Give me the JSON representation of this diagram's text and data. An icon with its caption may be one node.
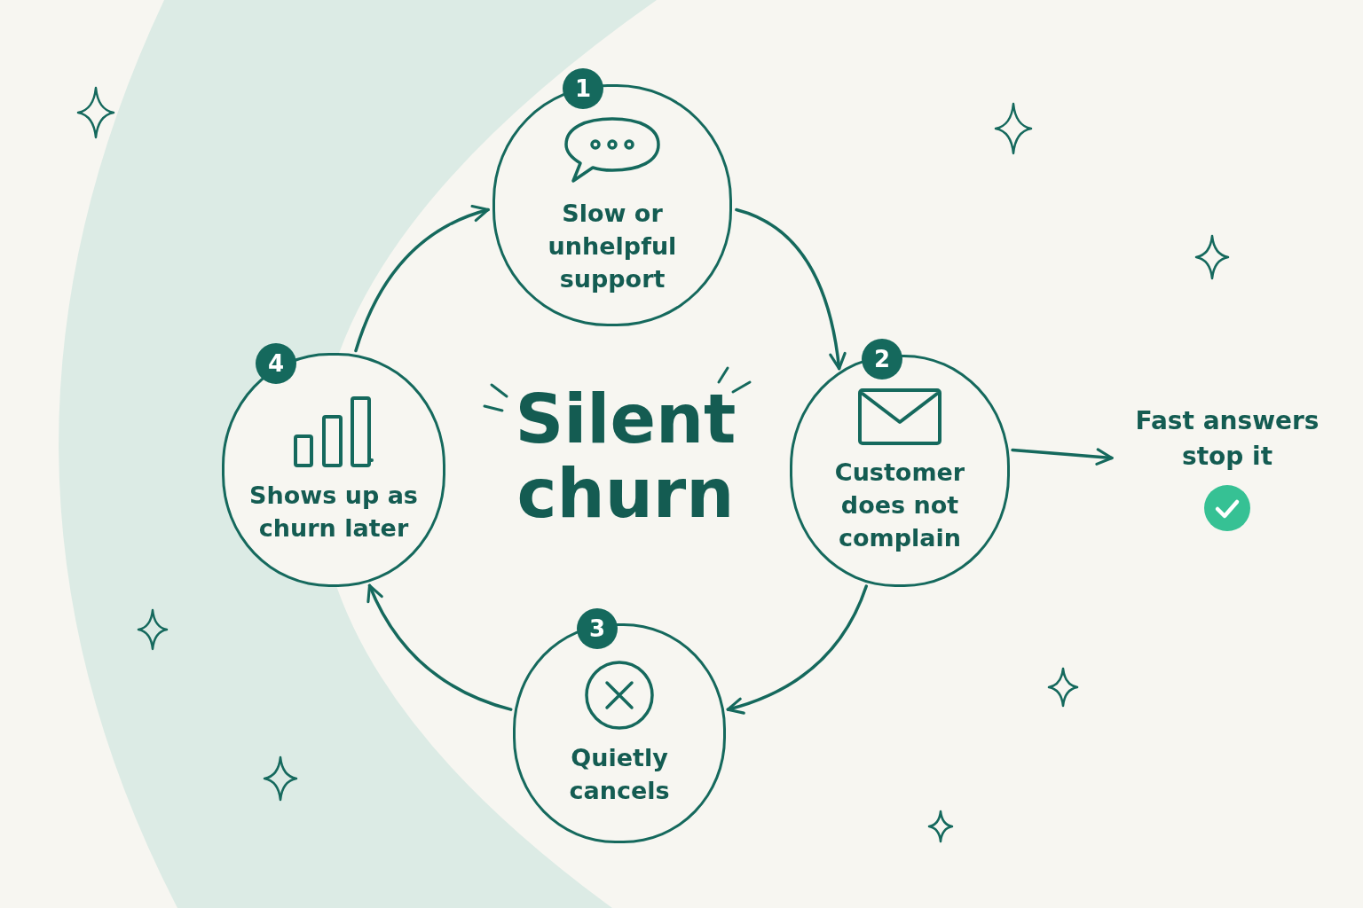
{
  "diagram": {
    "title": "Silent churn",
    "nodes": [
      {
        "text": [
          "1"
        ]
      },
      {
        "text": [
          "Slow or unhelpful support"
        ]
      },
      {
        "text": [
          "2"
        ]
      },
      {
        "text": [
          "Customer does not complain"
        ]
      },
      {
        "text": [
          "3"
        ]
      },
      {
        "text": [
          "Quietly cancels"
        ]
      },
      {
        "text": [
          "4"
        ]
      },
      {
        "text": [
          "Shows up as churn later"
        ]
      },
      {
        "text": [
          "Fast answers stop it"
        ]
      }
    ],
    "edges": [
      {
        "from": 1,
        "to": 3,
        "arrow": "to"
      },
      {
        "from": 3,
        "to": 5,
        "arrow": "to"
      },
      {
        "from": 5,
        "to": 7,
        "arrow": "to"
      },
      {
        "from": 7,
        "to": 1,
        "arrow": "to"
      },
      {
        "from": 3,
        "to": 8,
        "arrow": "to"
      }
    ]
  }
}
